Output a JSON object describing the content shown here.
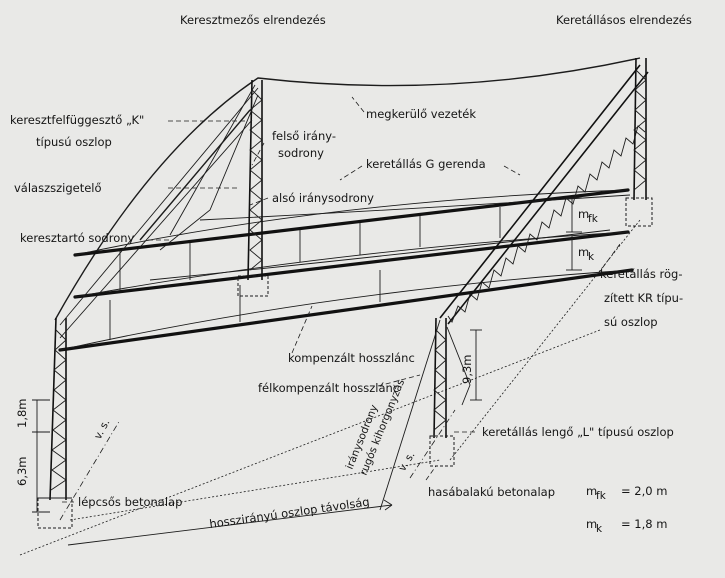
{
  "headings": {
    "left": "Keresztmezős elrendezés",
    "right": "Keretállásos elrendezés"
  },
  "labels": {
    "k_pole_1": "keresztfelfüggesztő „K\"",
    "k_pole_2": "típusú oszlop",
    "section_insulator": "válaszszigetelő",
    "cross_wire": "keresztartó sodrony",
    "upper_wire_1": "felső irány-",
    "upper_wire_2": "sodrony",
    "lower_wire": "alsó iránysodrony",
    "bypass": "megkerülő vezeték",
    "g_beam": "keretállás  G  gerenda",
    "kr_pole_1": "keretállás rög-",
    "kr_pole_2": "zített KR típu-",
    "kr_pole_3": "sú oszlop",
    "comp_chain": "kompenzált hosszlánc",
    "half_comp_chain": "félkompenzált hosszlánc",
    "l_pole": "keretállás lengő „L\" típusú oszlop",
    "guy_1": "iránysodrony",
    "guy_2": "rugós kihorgonyzás",
    "step_foundation": "lépcsős betonalap",
    "block_foundation": "hasábalakú betonalap",
    "distance": "hosszirányú oszlop távolság",
    "vs_left": "v. s.",
    "vs_right": "v. s."
  },
  "dimensions": {
    "h_1_8": "1,8m",
    "h_6_3": "6,3m",
    "h_9_3": "9,3m",
    "mfk": "m",
    "mfk_sub": "fk",
    "mk": "m",
    "mk_sub": "k"
  },
  "legend": {
    "mfk_sym": "m",
    "mfk_sub": "fk",
    "mfk_val": "= 2,0 m",
    "mk_sym": "m",
    "mk_sub": "k",
    "mk_val": "= 1,8 m"
  }
}
